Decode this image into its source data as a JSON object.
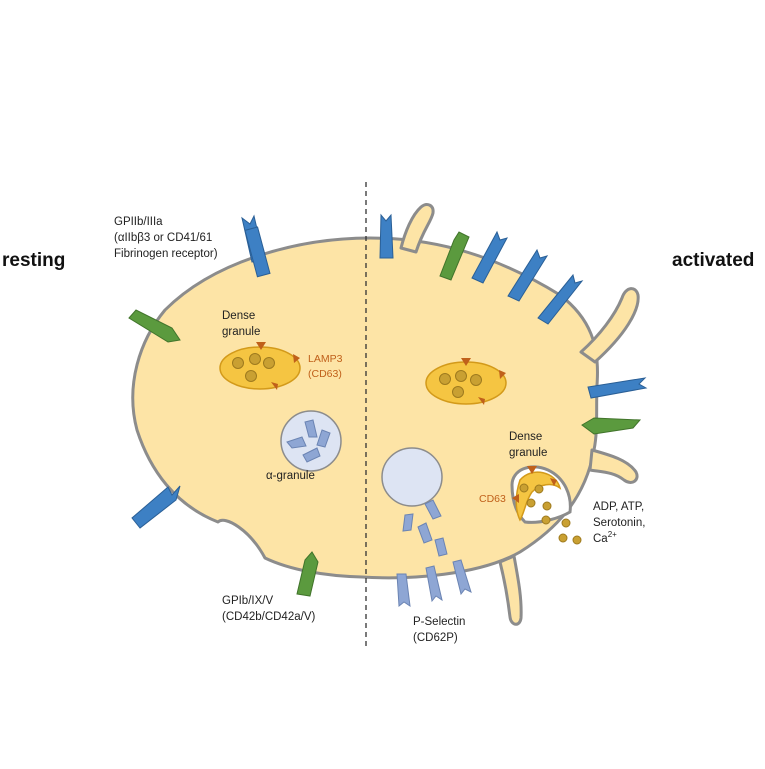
{
  "states": {
    "resting": "resting",
    "activated": "activated"
  },
  "labels": {
    "gp2b3a": [
      "GPIIb/IIIa",
      "(αIIbβ3 or CD41/61",
      "Fibrinogen receptor)"
    ],
    "dense_granule_left": [
      "Dense",
      "granule"
    ],
    "lamp3": [
      "LAMP3",
      "(CD63)"
    ],
    "alpha_granule": "α-granule",
    "gp1b": [
      "GPIb/IX/V",
      "(CD42b/CD42a/V)"
    ],
    "p_selectin": [
      "P-Selectin",
      "(CD62P)"
    ],
    "dense_granule_right": [
      "Dense",
      "granule"
    ],
    "cd63": "CD63",
    "released": [
      "ADP, ATP,",
      "Serotonin,",
      "Ca"
    ],
    "ca_superscript": "2+"
  },
  "colors": {
    "cell_fill": "#fde4a6",
    "cell_stroke": "#8c8c8c",
    "granule_fill": "#f5c542",
    "granule_stroke": "#d39a1a",
    "granule_dot": "#c9a032",
    "receptor_blue": "#3d80c4",
    "receptor_green": "#5b9a3e",
    "p_selectin": "#8ea6d4",
    "alpha_fill": "#dde4f3",
    "marker_orange": "#c0601a"
  }
}
